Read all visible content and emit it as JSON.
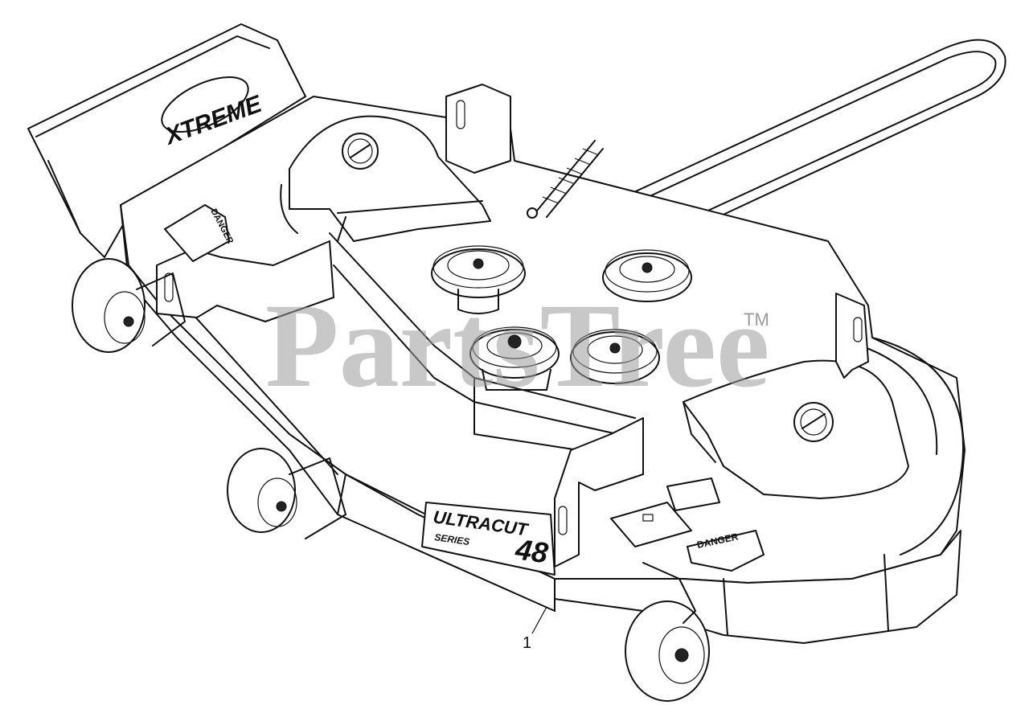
{
  "diagram": {
    "callout_number": "1",
    "watermark": {
      "text": "PartsTree",
      "trademark": "TM"
    },
    "branding": {
      "deck_logo_line1": "ULTRACUT",
      "deck_logo_line2": "SERIES",
      "deck_size": "48",
      "seat_logo": "XTREME"
    },
    "decals": {
      "danger_top": "DANGER",
      "danger_front": "DANGER"
    }
  }
}
